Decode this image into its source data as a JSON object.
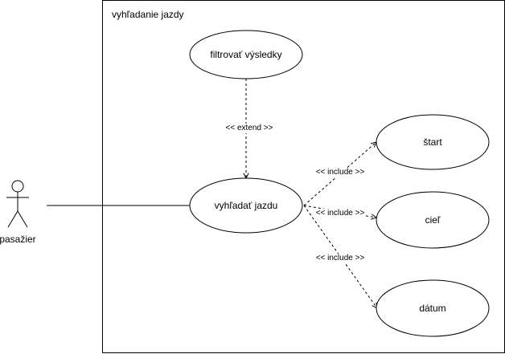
{
  "system": {
    "title": "vyhľadanie jazdy"
  },
  "actor": {
    "name": "pasažier"
  },
  "use_cases": {
    "filter": "filtrovať výsledky",
    "search": "vyhľadať jazdu",
    "start": "štart",
    "goal": "cieľ",
    "date": "dátum"
  },
  "relations": {
    "extend": "<< extend >>",
    "include_start": "<< include >>",
    "include_goal": "<< include >>",
    "include_date": "<< include >>"
  },
  "colors": {
    "stroke": "#000000",
    "fill": "#ffffff"
  }
}
